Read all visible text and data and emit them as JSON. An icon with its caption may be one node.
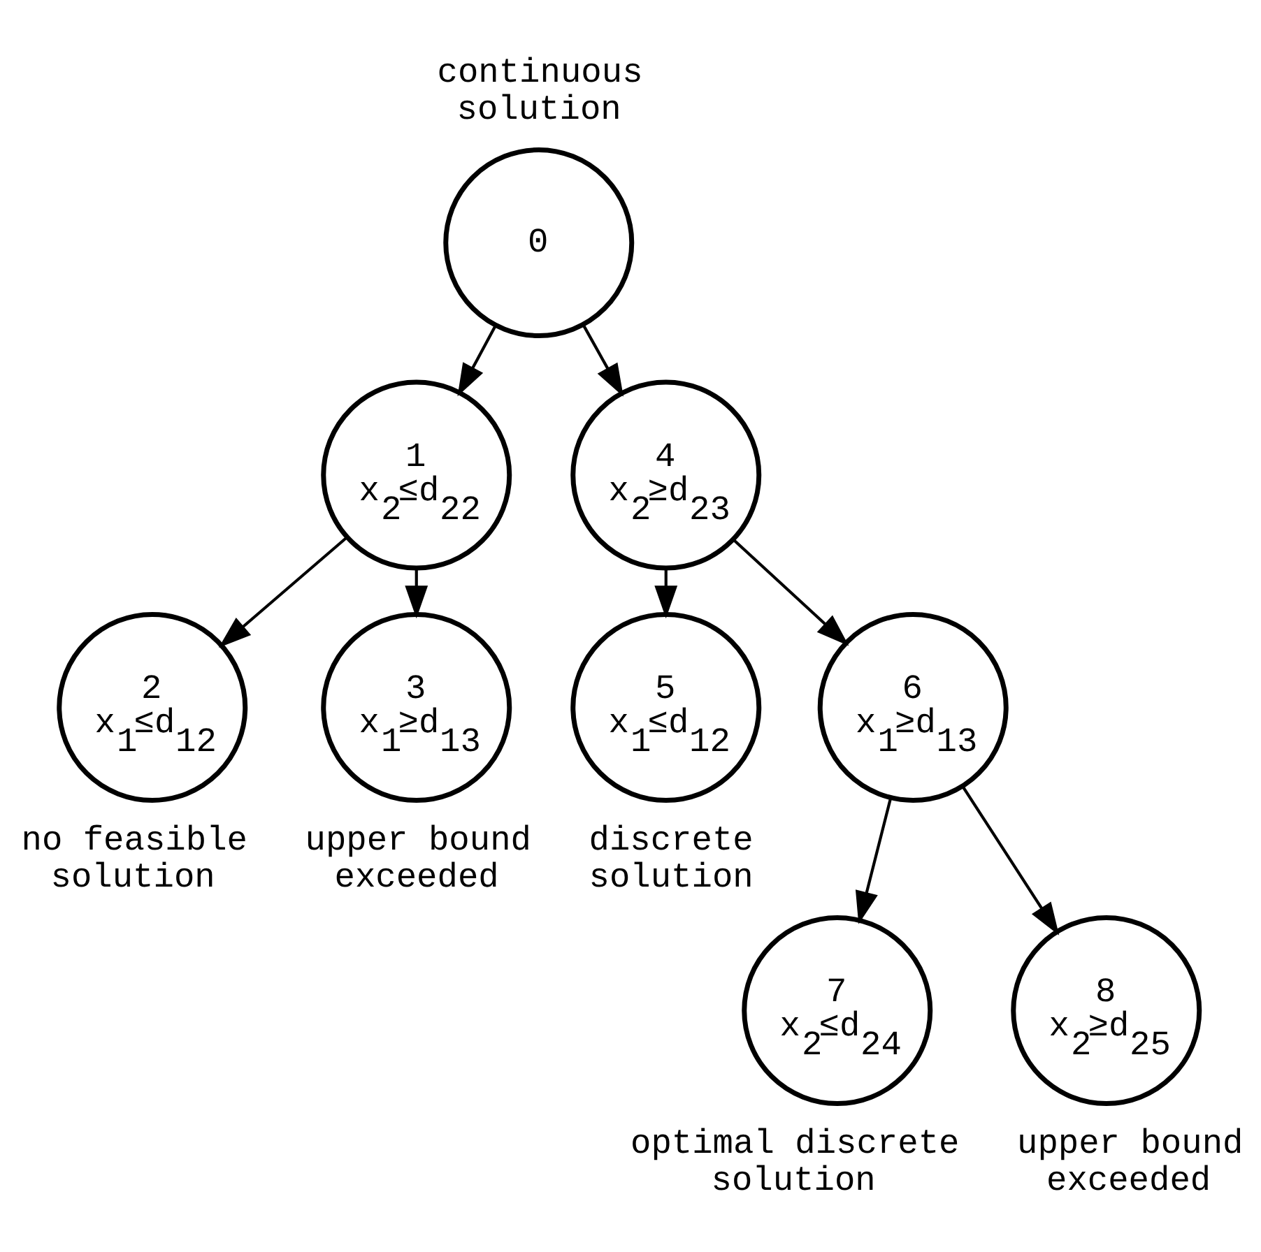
{
  "diagram": {
    "nodes": [
      {
        "text": [
          "0"
        ],
        "beside": [
          "continuous solution"
        ]
      },
      {
        "text": [
          "1",
          "x$_{2}$≤d$_{22}$"
        ]
      },
      {
        "text": [
          "2",
          "x$_{1}$≤d$_{12}$"
        ],
        "beside": [
          "no feasible solution"
        ]
      },
      {
        "text": [
          "3",
          "x$_{1}$≥d$_{13}$"
        ],
        "beside": [
          "upper bound exceeded"
        ]
      },
      {
        "text": [
          "4",
          "x$_{2}$≥d$_{23}$"
        ]
      },
      {
        "text": [
          "5",
          "x$_{1}$≤d$_{12}$"
        ],
        "beside": [
          "discrete solution"
        ]
      },
      {
        "text": [
          "6",
          "x$_{1}$≥d$_{13}$"
        ]
      },
      {
        "text": [
          "7",
          "x$_{2}$≤d$_{24}$"
        ],
        "beside": [
          "optimal discrete solution"
        ]
      },
      {
        "text": [
          "8",
          "x$_{2}$≥d$_{25}$"
        ],
        "beside": [
          "upper bound exceeded"
        ]
      }
    ],
    "edges": [
      {
        "from": 0,
        "to": 1,
        "arrow": "to"
      },
      {
        "from": 0,
        "to": 4,
        "arrow": "to"
      },
      {
        "from": 1,
        "to": 2,
        "arrow": "to"
      },
      {
        "from": 1,
        "to": 3,
        "arrow": "to"
      },
      {
        "from": 4,
        "to": 5,
        "arrow": "to"
      },
      {
        "from": 4,
        "to": 6,
        "arrow": "to"
      },
      {
        "from": 6,
        "to": 7,
        "arrow": "to"
      },
      {
        "from": 6,
        "to": 8,
        "arrow": "to"
      }
    ]
  }
}
